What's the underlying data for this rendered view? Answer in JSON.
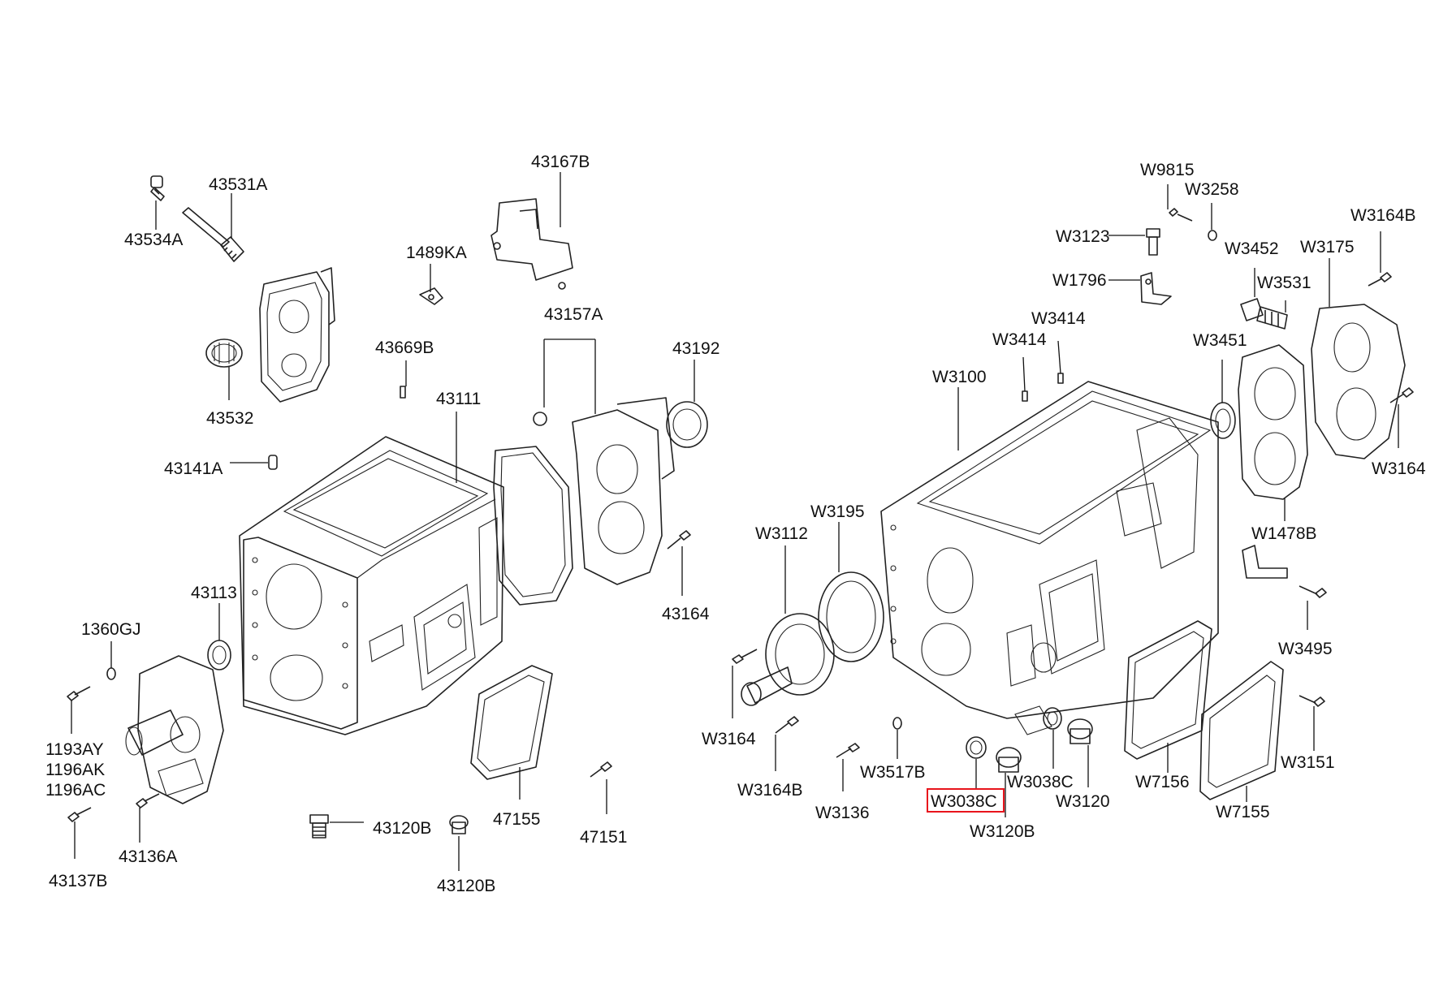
{
  "highlight_color": "#e8141c",
  "line_color": "#111111",
  "callouts": {
    "p43534A": "43534A",
    "p43531A": "43531A",
    "p43532": "43532",
    "p43167B": "43167B",
    "p1489KA": "1489KA",
    "p43157A": "43157A",
    "p43669B": "43669B",
    "p43192": "43192",
    "p43111": "43111",
    "p43141A": "43141A",
    "p43164": "43164",
    "p43113": "43113",
    "p1360GJ": "1360GJ",
    "p1193AY": "1193AY",
    "p1196AK": "1196AK",
    "p1196AC": "1196AC",
    "p43136A": "43136A",
    "p43137B": "43137B",
    "p43120B_a": "43120B",
    "p43120B_b": "43120B",
    "p47155": "47155",
    "p47151": "47151",
    "pW9815": "W9815",
    "pW3258": "W3258",
    "pW3123": "W3123",
    "pW3164B_top": "W3164B",
    "pW3452": "W3452",
    "pW3175": "W3175",
    "pW1796": "W1796",
    "pW3531": "W3531",
    "pW3414_a": "W3414",
    "pW3414_b": "W3414",
    "pW3451": "W3451",
    "pW3100": "W3100",
    "pW3164_right": "W3164",
    "pW3195": "W3195",
    "pW3112": "W3112",
    "pW1478B": "W1478B",
    "pW3495": "W3495",
    "pW3164_left": "W3164",
    "pW3164B_bottom": "W3164B",
    "pW3517B": "W3517B",
    "pW3136": "W3136",
    "pW3038C_plain": "W3038C",
    "pW3038C_highlighted": "W3038C",
    "pW3120": "W3120",
    "pW3120B": "W3120B",
    "pW7156": "W7156",
    "pW7155": "W7155",
    "pW3151": "W3151"
  }
}
